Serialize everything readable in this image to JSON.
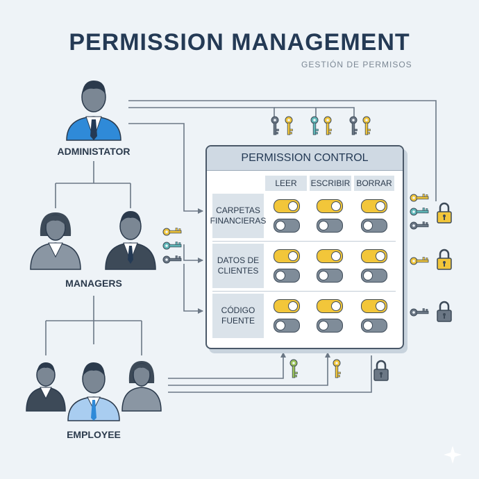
{
  "header": {
    "title": "PERMISSION MANAGEMENT",
    "subtitle": "GESTIÓN DE PERMISOS"
  },
  "roles": {
    "administrator": "ADMINISTATOR",
    "managers": "MANAGERS",
    "employee": "EMPLOYEE"
  },
  "panel": {
    "title": "PERMISSION CONTROL",
    "columns": [
      "LEER",
      "ESCRIBIR",
      "BORRAR"
    ],
    "rows": [
      {
        "label_line1": "CARPETAS",
        "label_line2": "FINANCIERAS",
        "toggles": [
          [
            "on",
            "off"
          ],
          [
            "on",
            "off"
          ],
          [
            "on",
            "off"
          ]
        ]
      },
      {
        "label_line1": "DATOS DE",
        "label_line2": "CLIENTES",
        "toggles": [
          [
            "on",
            "off"
          ],
          [
            "on",
            "off"
          ],
          [
            "on",
            "off"
          ]
        ]
      },
      {
        "label_line1": "CÓDIGO",
        "label_line2": "FUENTE",
        "toggles": [
          [
            "on",
            "off"
          ],
          [
            "on",
            "off"
          ],
          [
            "on",
            "off"
          ]
        ]
      }
    ]
  },
  "colors": {
    "gold": "#f2c63a",
    "teal": "#5fb8b8",
    "gray": "#6b7785",
    "green": "#9cc45a",
    "navy": "#243a55"
  },
  "icons": [
    "person-icon",
    "key-icon",
    "padlock-icon",
    "toggle-switch"
  ]
}
